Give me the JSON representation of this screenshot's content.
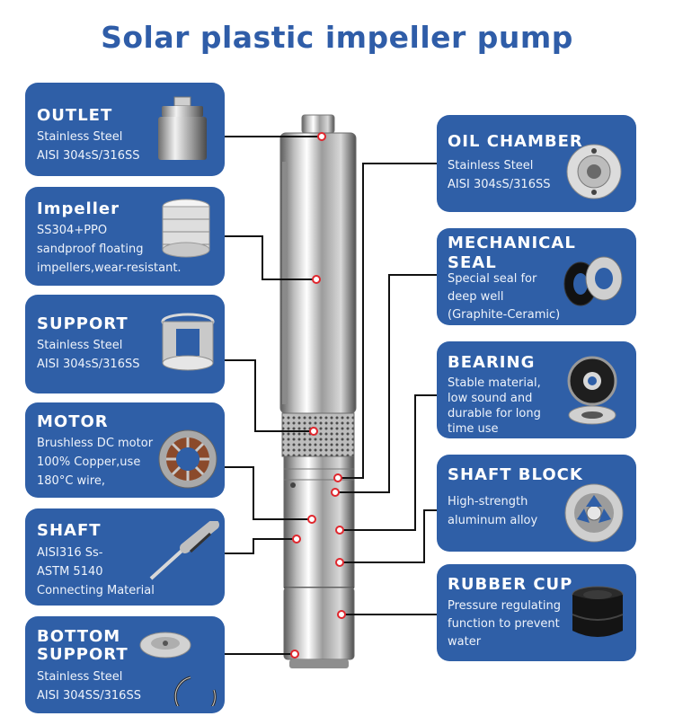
{
  "title": "Solar plastic impeller pump",
  "left_cards": [
    {
      "title": "OUTLET",
      "desc": [
        "Stainless Steel",
        "AISI 304sS/316SS"
      ],
      "icon": "outlet-icon"
    },
    {
      "title": "Impeller",
      "desc": [
        "SS304+PPO",
        "sandproof floating",
        "impellers,wear-resistant."
      ],
      "icon": "impeller-icon"
    },
    {
      "title": "SUPPORT",
      "desc": [
        "Stainless Steel",
        "AISI 304sS/316SS"
      ],
      "icon": "support-icon"
    },
    {
      "title": "MOTOR",
      "desc": [
        "Brushless DC motor",
        "100% Copper,use",
        "180°C wire,"
      ],
      "icon": "motor-stator-icon"
    },
    {
      "title": "SHAFT",
      "desc": [
        "AISI316 Ss-",
        "ASTM 5140",
        "Connecting Material"
      ],
      "icon": "shaft-icon"
    },
    {
      "title": [
        "BOTTOM",
        "SUPPORT"
      ],
      "desc": [
        "Stainless Steel",
        "AISI 304SS/316SS"
      ],
      "icon": "bottom-support-icon"
    }
  ],
  "right_cards": [
    {
      "title": "OIL CHAMBER",
      "desc": [
        "Stainless Steel",
        "AISI 304sS/316SS"
      ],
      "icon": "oil-chamber-icon"
    },
    {
      "title": [
        "MECHANICAL",
        "SEAL"
      ],
      "desc": [
        "Special seal for",
        "deep well",
        "(Graphite-Ceramic)"
      ],
      "icon": "mechanical-seal-icon"
    },
    {
      "title": "BEARING",
      "desc": [
        "Stable material,",
        "low sound and",
        "durable for long",
        "time use"
      ],
      "icon": "bearing-icon"
    },
    {
      "title": "SHAFT BLOCK",
      "desc": [
        "High-strength",
        "aluminum alloy"
      ],
      "icon": "shaft-block-icon"
    },
    {
      "title": "RUBBER CUP",
      "desc": [
        "Pressure regulating",
        "function to prevent",
        "water"
      ],
      "icon": "rubber-cup-icon"
    }
  ],
  "colors": {
    "card": "#2f5fa7",
    "title": "#2f5da8",
    "wire": "#111111",
    "marker": "#e0262d"
  },
  "center_image": "submersible-pump-photo"
}
